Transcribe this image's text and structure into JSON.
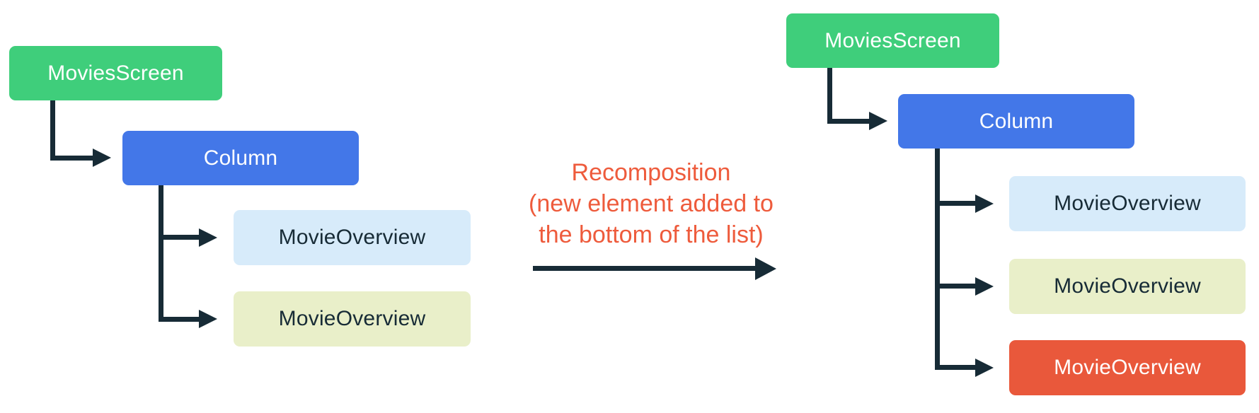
{
  "colors": {
    "root_box": "#3FCE7B",
    "container_box": "#4377E8",
    "child_blue_box": "#D7EBFA",
    "child_yellow_box": "#E9EFC9",
    "child_new_box": "#E9583B",
    "connector": "#172B36",
    "pale_box_text": "#172B36",
    "solid_box_text": "#FFFFFF",
    "annotation_text": "#EE5B3C"
  },
  "left_tree": {
    "root": "MoviesScreen",
    "container": "Column",
    "children": [
      "MovieOverview",
      "MovieOverview"
    ]
  },
  "annotation": {
    "line1": "Recomposition",
    "line2": "(new element added to",
    "line3": "the bottom of the list)"
  },
  "right_tree": {
    "root": "MoviesScreen",
    "container": "Column",
    "children": [
      "MovieOverview",
      "MovieOverview",
      "MovieOverview"
    ]
  }
}
